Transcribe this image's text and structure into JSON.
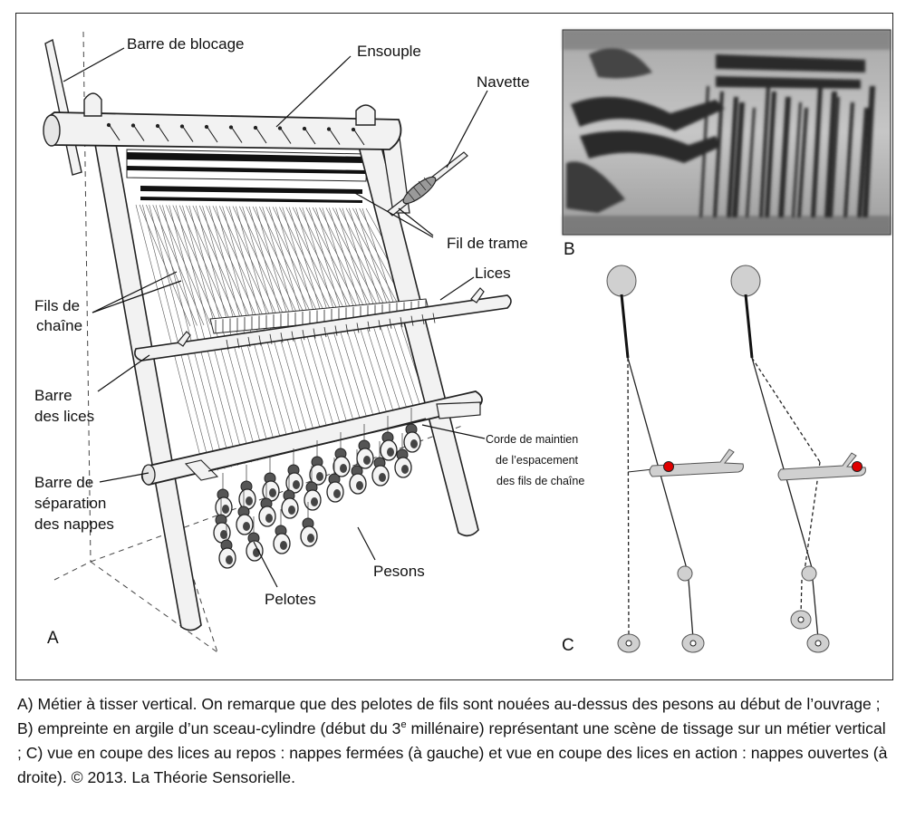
{
  "figure": {
    "panel_a_letter": "A",
    "panel_b_letter": "B",
    "panel_c_letter": "C",
    "labels": {
      "barre_blocage": "Barre de blocage",
      "ensouple": "Ensouple",
      "navette": "Navette",
      "fil_trame": "Fil de trame",
      "lices": "Lices",
      "fils_chaine_1": "Fils de",
      "fils_chaine_2": "chaîne",
      "barre_lices_1": "Barre",
      "barre_lices_2": "des lices",
      "barre_sep_1": "Barre de",
      "barre_sep_2": "séparation",
      "barre_sep_3": "des nappes",
      "corde_1": "Corde de maintien",
      "corde_2": "de l’espacement",
      "corde_3": "des fils de chaîne",
      "pesons": "Pesons",
      "pelotes": "Pelotes"
    },
    "colors": {
      "stroke": "#222222",
      "wood_fill": "#f2f2f2",
      "grey_fill": "#d0d0d0",
      "red_dot": "#e00000",
      "photo_dark": "#2b2b2b",
      "photo_light": "#bdbdbd"
    }
  },
  "caption": {
    "part1": "A) Métier à tisser vertical. On remarque que des pelotes de fils sont nouées au-dessus des pesons au début de l’ouvrage ; B) empreinte en argile d’un sceau-cylindre (début du 3",
    "sup": "e",
    "part2": " millénaire) représentant une scène de tissage sur un métier vertical ; C) vue en coupe des lices au repos : nappes fermées (à gauche) et vue en coupe des lices en action : nappes ouvertes (à droite). © 2013. La Théorie Sensorielle."
  }
}
